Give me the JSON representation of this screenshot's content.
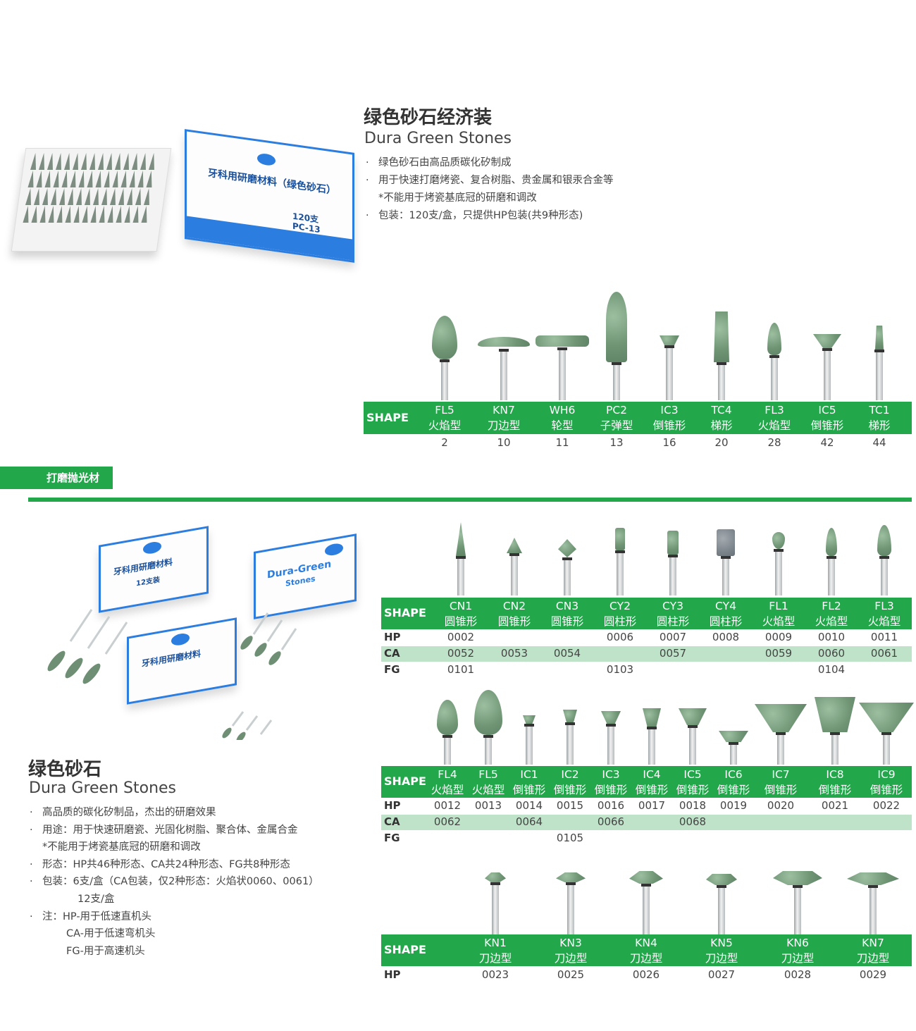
{
  "colors": {
    "accent": "#22a84b",
    "ca_band": "#bfe3c9",
    "box_blue": "#2c7de0"
  },
  "section1": {
    "title_cn": "绿色砂石经济装",
    "title_en": "Dura Green Stones",
    "bullets": [
      "绿色砂石由高品质碳化矽制成",
      "用于快速打磨烤瓷、复合树脂、贵金属和银汞合金等",
      "*不能用于烤瓷基底冠的研磨和调改",
      "包装：120支/盒，只提供HP包装(共9种形态)"
    ],
    "box_text": {
      "label": "牙科用研磨材料（绿色砂石）",
      "count": "120支",
      "code": "PC-13"
    },
    "table": {
      "shape_label": "SHAPE",
      "columns": [
        {
          "code": "FL5",
          "cn": "火焰型",
          "num": "2"
        },
        {
          "code": "KN7",
          "cn": "刀边型",
          "num": "10"
        },
        {
          "code": "WH6",
          "cn": "轮型",
          "num": "11"
        },
        {
          "code": "PC2",
          "cn": "子弹型",
          "num": "13"
        },
        {
          "code": "IC3",
          "cn": "倒锥形",
          "num": "16"
        },
        {
          "code": "TC4",
          "cn": "梯形",
          "num": "20"
        },
        {
          "code": "FL3",
          "cn": "火焰型",
          "num": "28"
        },
        {
          "code": "IC5",
          "cn": "倒锥形",
          "num": "42"
        },
        {
          "code": "TC1",
          "cn": "梯形",
          "num": "44"
        }
      ]
    }
  },
  "category_tag": "打磨抛光材",
  "section2": {
    "title_cn": "绿色砂石",
    "title_en": "Dura Green Stones",
    "bullets": [
      "高品质的碳化矽制品，杰出的研磨效果",
      "用途：用于快速研磨瓷、光固化树脂、聚合体、金属合金",
      "*不能用于烤瓷基底冠的研磨和调改",
      "形态：HP共46种形态、CA共24种形态、FG共8种形态",
      "包装：6支/盒（CA包装，仅2种形态：火焰状0060、0061）",
      "12支/盒",
      "注：HP-用于低速直机头",
      "CA-用于低速弯机头",
      "FG-用于高速机头"
    ],
    "box_text": {
      "label": "牙科用研磨材料",
      "label2": "Dura-Green",
      "label3": "Stones",
      "count": "12支装"
    },
    "row_labels": {
      "shape": "SHAPE",
      "hp": "HP",
      "ca": "CA",
      "fg": "FG"
    },
    "table1": [
      {
        "code": "CN1",
        "cn": "圆锥形",
        "hp": "0002",
        "ca": "0052",
        "fg": "0101"
      },
      {
        "code": "CN2",
        "cn": "圆锥形",
        "hp": "",
        "ca": "0053",
        "fg": ""
      },
      {
        "code": "CN3",
        "cn": "圆锥形",
        "hp": "",
        "ca": "0054",
        "fg": ""
      },
      {
        "code": "CY2",
        "cn": "圆柱形",
        "hp": "0006",
        "ca": "",
        "fg": "0103"
      },
      {
        "code": "CY3",
        "cn": "圆柱形",
        "hp": "0007",
        "ca": "0057",
        "fg": ""
      },
      {
        "code": "CY4",
        "cn": "圆柱形",
        "hp": "0008",
        "ca": "",
        "fg": ""
      },
      {
        "code": "FL1",
        "cn": "火焰型",
        "hp": "0009",
        "ca": "0059",
        "fg": ""
      },
      {
        "code": "FL2",
        "cn": "火焰型",
        "hp": "0010",
        "ca": "0060",
        "fg": "0104"
      },
      {
        "code": "FL3",
        "cn": "火焰型",
        "hp": "0011",
        "ca": "0061",
        "fg": ""
      }
    ],
    "table2": [
      {
        "code": "FL4",
        "cn": "火焰型",
        "hp": "0012",
        "ca": "0062",
        "fg": ""
      },
      {
        "code": "FL5",
        "cn": "火焰型",
        "hp": "0013",
        "ca": "",
        "fg": ""
      },
      {
        "code": "IC1",
        "cn": "倒锥形",
        "hp": "0014",
        "ca": "0064",
        "fg": ""
      },
      {
        "code": "IC2",
        "cn": "倒锥形",
        "hp": "0015",
        "ca": "",
        "fg": "0105"
      },
      {
        "code": "IC3",
        "cn": "倒锥形",
        "hp": "0016",
        "ca": "0066",
        "fg": ""
      },
      {
        "code": "IC4",
        "cn": "倒锥形",
        "hp": "0017",
        "ca": "",
        "fg": ""
      },
      {
        "code": "IC5",
        "cn": "倒锥形",
        "hp": "0018",
        "ca": "0068",
        "fg": ""
      },
      {
        "code": "IC6",
        "cn": "倒锥形",
        "hp": "0019",
        "ca": "",
        "fg": ""
      },
      {
        "code": "IC7",
        "cn": "倒锥形",
        "hp": "0020",
        "ca": "",
        "fg": ""
      },
      {
        "code": "IC8",
        "cn": "倒锥形",
        "hp": "0021",
        "ca": "",
        "fg": ""
      },
      {
        "code": "IC9",
        "cn": "倒锥形",
        "hp": "0022",
        "ca": "",
        "fg": ""
      }
    ],
    "table3": [
      {
        "code": "KN1",
        "cn": "刀边型",
        "hp": "0023"
      },
      {
        "code": "KN3",
        "cn": "刀边型",
        "hp": "0025"
      },
      {
        "code": "KN4",
        "cn": "刀边型",
        "hp": "0026"
      },
      {
        "code": "KN5",
        "cn": "刀边型",
        "hp": "0027"
      },
      {
        "code": "KN6",
        "cn": "刀边型",
        "hp": "0028"
      },
      {
        "code": "KN7",
        "cn": "刀边型",
        "hp": "0029"
      }
    ]
  }
}
